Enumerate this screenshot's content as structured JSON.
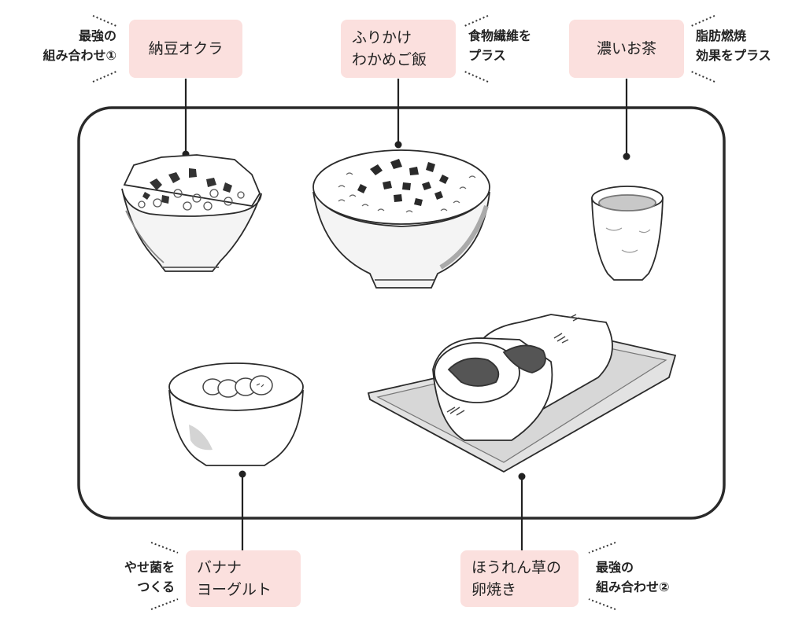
{
  "labels": {
    "natto": {
      "title": "納豆オクラ",
      "note": [
        "最強の",
        "組み合わせ①"
      ]
    },
    "rice": {
      "title": [
        "ふりかけ",
        "わかめご飯"
      ],
      "note": [
        "食物繊維を",
        "プラス"
      ]
    },
    "tea": {
      "title": "濃いお茶",
      "note": [
        "脂肪燃焼",
        "効果をプラス"
      ]
    },
    "yogurt": {
      "title": [
        "バナナ",
        "ヨーグルト"
      ],
      "note": [
        "やせ菌を",
        "つくる"
      ]
    },
    "egg": {
      "title": [
        "ほうれん草の",
        "卵焼き"
      ],
      "note": [
        "最強の",
        "組み合わせ②"
      ]
    }
  },
  "colors": {
    "label_bg": "#fbe0de",
    "line": "#222222",
    "shade": "#d4d4d4"
  }
}
